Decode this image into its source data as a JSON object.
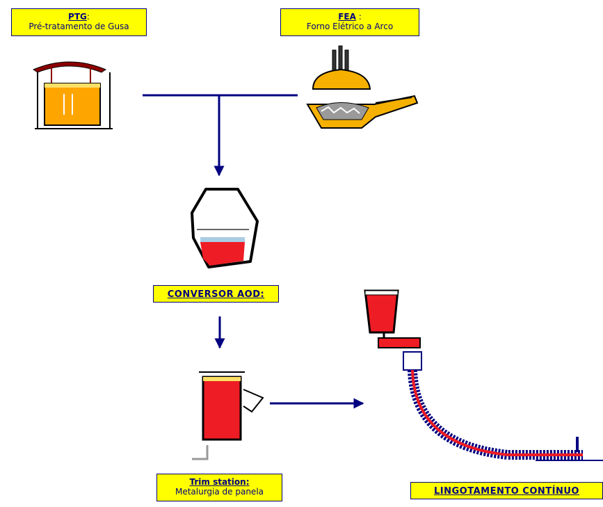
{
  "labels": {
    "ptg": {
      "title": "PTG",
      "suffix": ":",
      "subtitle": "Pré-tratamento de Gusa"
    },
    "fea": {
      "title": "FEA",
      "suffix": " :",
      "subtitle": "Forno Elétrico a Arco"
    },
    "aod": {
      "title": "CONVERSOR AOD",
      "suffix": ":"
    },
    "trim": {
      "title": "Trim station",
      "suffix": ":",
      "subtitle": "Metalurgia de panela"
    },
    "lingotamento": {
      "title": "LINGOTAMENTO CONTÍNUO"
    }
  },
  "colors": {
    "arrow": "#000080",
    "label_fill": "#ffff00",
    "molten_steel": "#ee1c24",
    "hot_metal": "#ffa500",
    "furnace": "#f5b000",
    "slag": "#a9cce3"
  }
}
